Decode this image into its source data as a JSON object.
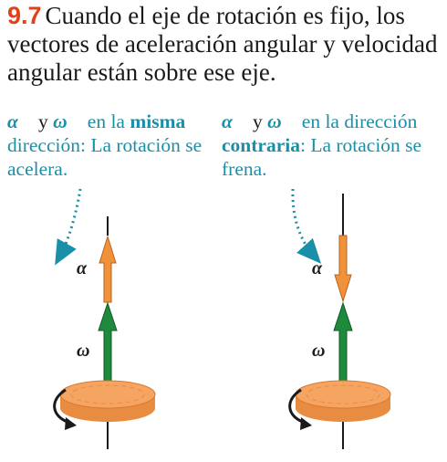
{
  "caption": {
    "figure_number": "9.7",
    "text": "Cuando el eje de rotación es fijo, los vectores de aceleración angular y velocidad angular están sobre ese eje."
  },
  "left_panel": {
    "alpha": "α⃗",
    "joiner": " y ",
    "omega": "ω⃗",
    "prefix": " en la ",
    "emphasis": "misma",
    "suffix": " dirección: La rotación se acelera.",
    "alpha_symbol": "α⃗",
    "omega_symbol": "ω⃗"
  },
  "right_panel": {
    "alpha": "α⃗",
    "joiner": " y ",
    "omega": "ω⃗",
    "prefix": " en la dirección ",
    "emphasis": "contraria",
    "suffix": ": La rotación se frena.",
    "alpha_symbol": "α⃗",
    "omega_symbol": "ω⃗"
  },
  "colors": {
    "figure_number": "#e0401a",
    "label_text": "#1a8fa8",
    "alpha_arrow": "#f0923a",
    "omega_arrow": "#1f8a3c",
    "gear": "#f6a462",
    "axis": "#1a1a1a"
  }
}
